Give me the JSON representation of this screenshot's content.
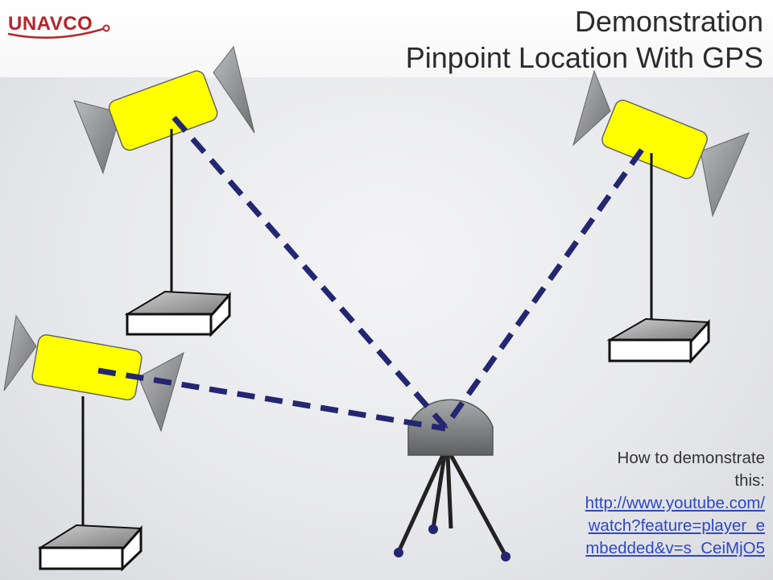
{
  "header": {
    "logo_text": "UNAVCO",
    "title_line1": "Demonstration",
    "title_line2": "Pinpoint Location With GPS"
  },
  "caption": {
    "intro_line1": "How to demonstrate",
    "intro_line2": "this:",
    "link_line1": "http://www.youtube.com/",
    "link_line2": "watch?feature=player_e",
    "link_line3": "mbedded&v=s_CeiMjO5"
  },
  "colors": {
    "satellite_body": "#ffff00",
    "solar_panel": "#8a8b8c",
    "signal_line": "#232670",
    "receiver_dome": "#7d7e80",
    "logo_red": "#b5242a",
    "link_blue": "#2d47c8"
  }
}
